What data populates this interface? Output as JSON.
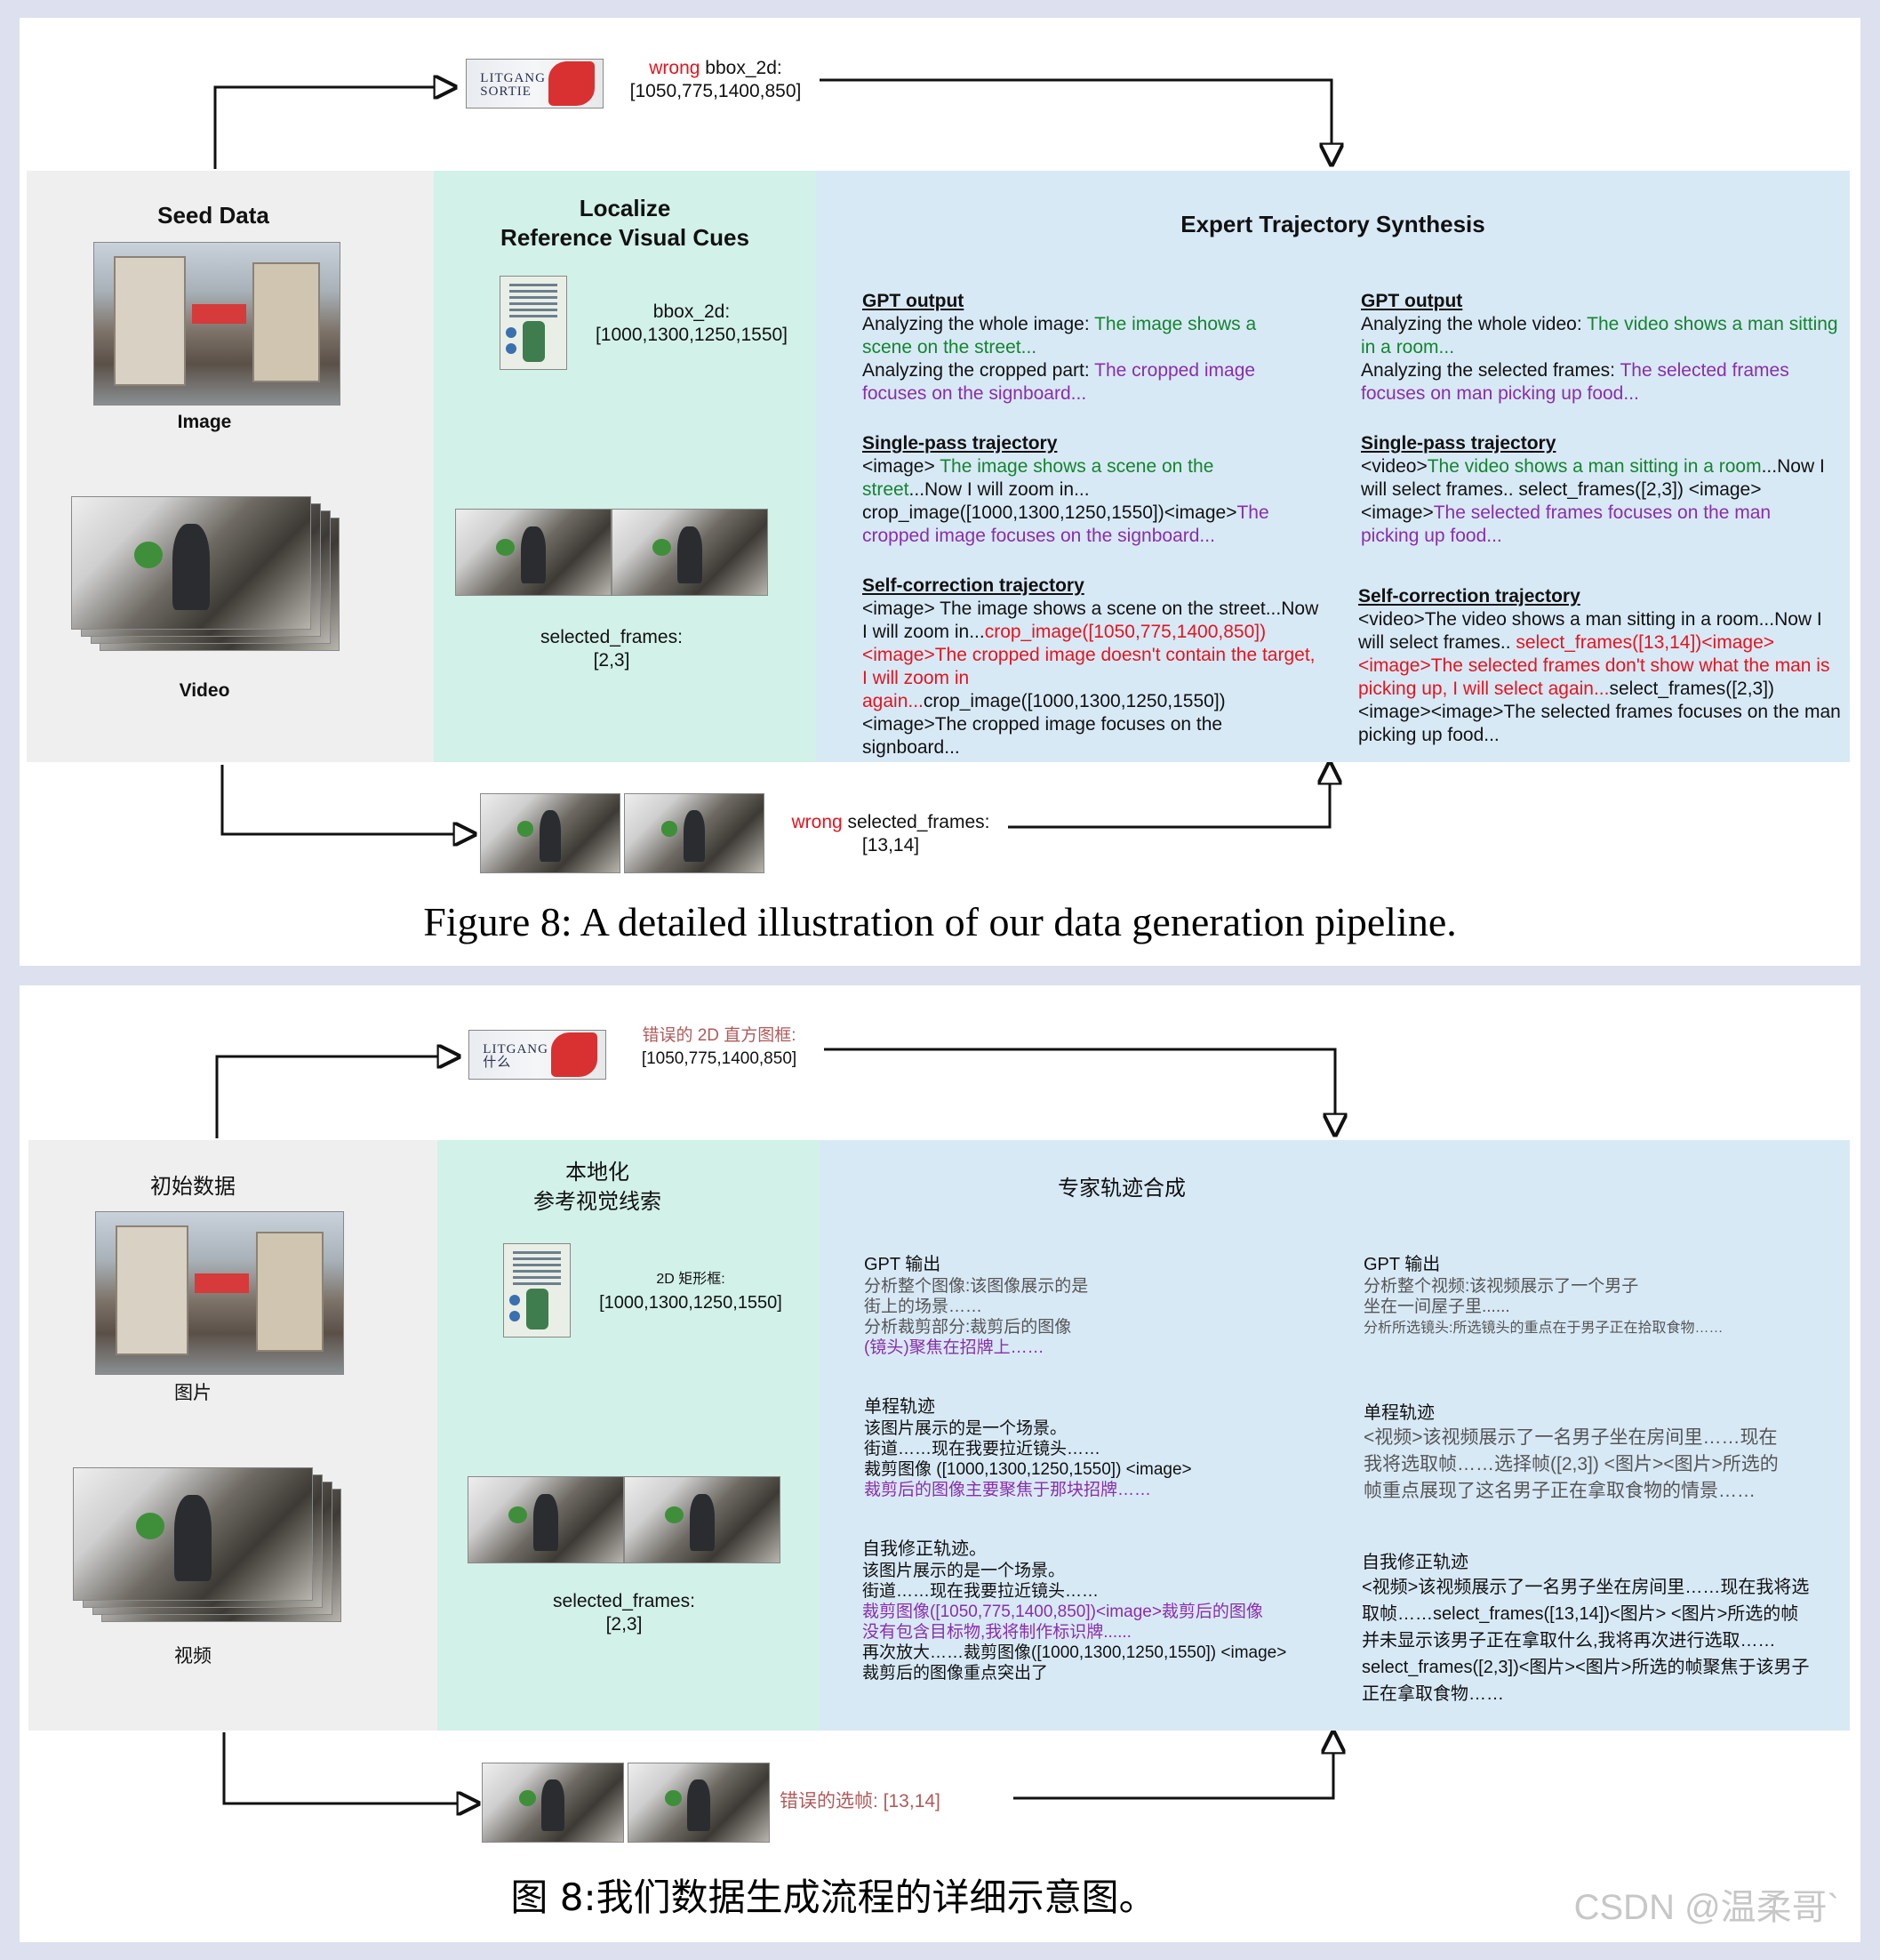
{
  "en": {
    "wrong_top": {
      "wrong": "wrong",
      "label": " bbox_2d:",
      "value": "[1050,775,1400,850]"
    },
    "signboard_thumb_text": [
      "LITGANG",
      "SORTIE"
    ],
    "seed": {
      "title": "Seed Data",
      "image_label": "Image",
      "video_label": "Video"
    },
    "localize": {
      "title_line1": "Localize",
      "title_line2": "Reference Visual Cues",
      "bbox_label": "bbox_2d:",
      "bbox_value": "[1000,1300,1250,1550]",
      "frames_label": "selected_frames:",
      "frames_value": "[2,3]"
    },
    "expert": {
      "title": "Expert Trajectory Synthesis",
      "image": {
        "gpt_h": "GPT output",
        "gpt_1": "Analyzing the whole image: ",
        "gpt_1g": "The image shows a scene on the street...",
        "gpt_2": "Analyzing the cropped part: ",
        "gpt_2p": "The cropped image focuses on the signboard...",
        "single_h": "Single-pass trajectory",
        "single_1": "<image> ",
        "single_1g": "The image shows a scene on the street",
        "single_2": "...Now I will zoom in... crop_image([1000,1300,1250,1550])<image>",
        "single_2p": "The cropped image focuses on the signboard...",
        "self_h": "Self-correction trajectory",
        "self_1": "<image> The image shows a scene on the street...Now I will zoom in...",
        "self_1r": "crop_image([1050,775,1400,850])<image>The cropped image doesn't contain the target, I will zoom in again...",
        "self_2": "crop_image([1000,1300,1250,1550]) <image>The cropped image focuses on the signboard..."
      },
      "video": {
        "gpt_h": "GPT output",
        "gpt_1": "Analyzing the whole video: ",
        "gpt_1g": "The video shows a man sitting in a room...",
        "gpt_2": "Analyzing the selected frames: ",
        "gpt_2p": "The selected frames focuses on man picking up food...",
        "single_h": "Single-pass trajectory",
        "single_1": "<video>",
        "single_1g": "The video shows a man sitting in a room",
        "single_2": "...Now I will select frames.. select_frames([2,3]) <image><image>",
        "single_2p": "The selected frames focuses on the man picking up food...",
        "self_h": "Self-correction trajectory",
        "self_1": "<video>The video shows a man sitting in a room...Now I will select frames.. ",
        "self_1r": "select_frames([13,14])<image><image>The selected frames don't show what the man is picking up, I will select again...",
        "self_2": "select_frames([2,3])<image><image>The selected frames focuses on the man picking up food..."
      }
    },
    "wrong_bottom": {
      "wrong": "wrong",
      "label": " selected_frames:",
      "value": "[13,14]"
    },
    "caption": "Figure 8:  A detailed illustration of our data generation pipeline."
  },
  "zh": {
    "wrong_top": {
      "label": "错误的 2D 直方图框:",
      "value": "[1050,775,1400,850]"
    },
    "signboard_thumb_text": [
      "LITGANG",
      "什么"
    ],
    "seed": {
      "title": "初始数据",
      "image_label": "图片",
      "video_label": "视频"
    },
    "localize": {
      "title_line1": "本地化",
      "title_line2": "参考视觉线索",
      "bbox_label": "2D 矩形框:",
      "bbox_value": "[1000,1300,1250,1550]",
      "frames_label": "selected_frames:",
      "frames_value": "[2,3]"
    },
    "expert": {
      "title": "专家轨迹合成",
      "image": {
        "gpt_h": "GPT 输出",
        "gpt_1": "分析整个图像:该图像展示的是\n街上的场景……",
        "gpt_2": "分析裁剪部分:裁剪后的图像",
        "gpt_2p": "(镜头)聚焦在招牌上……",
        "single_h": "单程轨迹",
        "single_1": "该图片展示的是一个场景。\n街道……现在我要拉近镜头……\n裁剪图像 ([1000,1300,1250,1550]) <image>",
        "single_2p": "裁剪后的图像主要聚焦于那块招牌……",
        "self_h": "自我修正轨迹。",
        "self_1": "该图片展示的是一个场景。\n街道……现在我要拉近镜头……",
        "self_1r": "裁剪图像([1050,775,1400,850])<image>裁剪后的图像\n没有包含目标物,我将制作标识牌......",
        "self_2": "再次放大……裁剪图像([1000,1300,1250,1550]) <image>\n裁剪后的图像重点突出了"
      },
      "video": {
        "gpt_h": "GPT 输出",
        "gpt_1": "分析整个视频:该视频展示了一个男子\n坐在一间屋子里......",
        "gpt_2": "分析所选镜头:所选镜头的重点在于男子正在拾取食物……",
        "single_h": "单程轨迹",
        "single_1": "<视频>该视频展示了一名男子坐在房间里……现在\n我将选取帧……选择帧([2,3]) <图片><图片>所选的\n帧重点展现了这名男子正在拿取食物的情景……",
        "self_h": "自我修正轨迹",
        "self_1": "<视频>该视频展示了一名男子坐在房间里……现在我将选\n取帧……select_frames([13,14])<图片> <图片>所选的帧\n并未显示该男子正在拿取什么,我将再次进行选取……\nselect_frames([2,3])<图片><图片>所选的帧聚焦于该男子\n正在拿取食物……"
      }
    },
    "wrong_bottom": {
      "label": "错误的选帧: [13,14]"
    },
    "caption": "图 8:我们数据生成流程的详细示意图。",
    "watermark": "CSDN @温柔哥`"
  }
}
